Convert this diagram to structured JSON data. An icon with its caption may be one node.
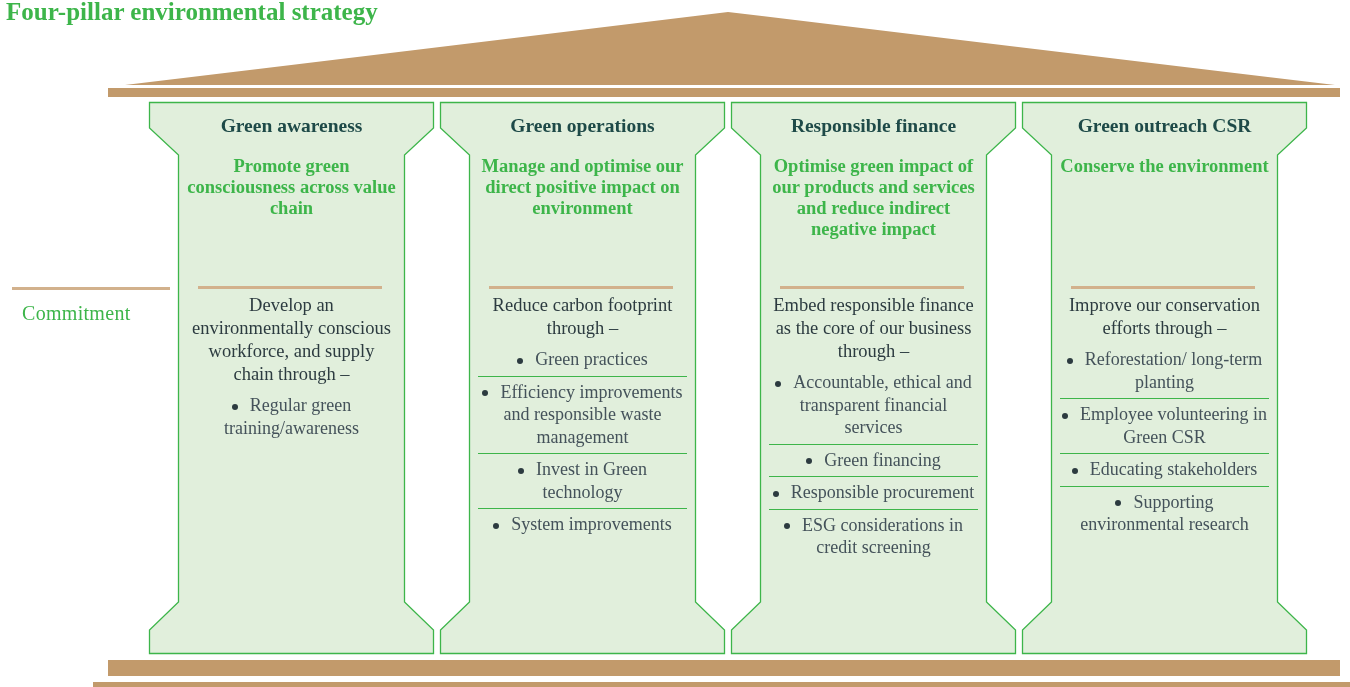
{
  "diagram": {
    "title": "Four-pillar environmental strategy",
    "nodes": [
      {
        "text": [
          "Green awareness",
          "Promote green consciousness across value chain",
          "Develop an environmentally conscious workforce, and supply chain through –",
          "Regular green training/awareness"
        ]
      },
      {
        "text": [
          "Green operations",
          "Manage and optimise our direct positive impact on environment",
          "Reduce carbon footprint through –",
          "Green practices",
          "Efficiency improvements and responsible waste management",
          "Invest in Green technology",
          "System improvements"
        ]
      },
      {
        "text": [
          "Responsible finance",
          "Optimise green impact of our products and services and reduce indirect negative impact",
          "Embed responsible finance as the core of our business through –",
          "Accountable, ethical and transparent financial services",
          "Green financing",
          "Responsible procurement",
          "ESG considerations in credit screening"
        ]
      },
      {
        "text": [
          "Green outreach CSR",
          "Conserve the environment",
          "Improve our conservation efforts through –",
          "Reforestation/ long-term planting",
          "Employee volunteering in Green CSR",
          "Educating stakeholders",
          "Supporting environmental research"
        ]
      }
    ],
    "labels": [
      "Commitment"
    ]
  }
}
